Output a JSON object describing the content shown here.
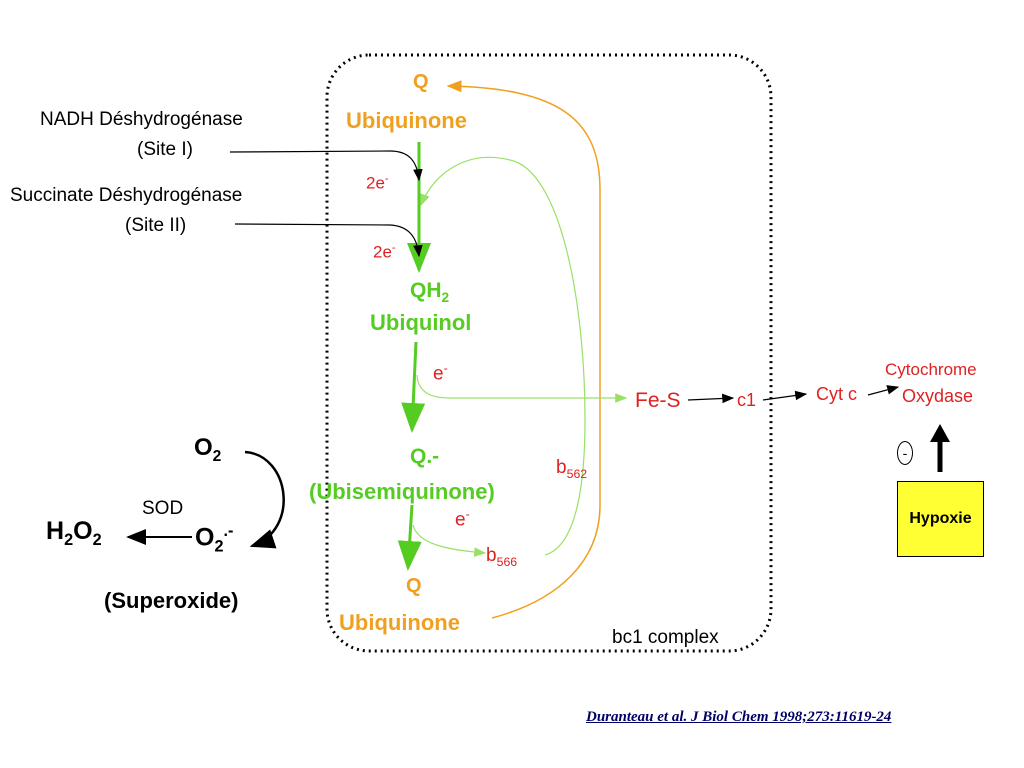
{
  "labels": {
    "q_top": "Q",
    "ubiquinone_top": "Ubiquinone",
    "nadh_line1": "NADH Déshydrogénase",
    "nadh_line2": "(Site I)",
    "succ_line1": "Succinate Déshydrogénase",
    "succ_line2": "(Site II)",
    "two_e_1": "2e",
    "two_e_2": "2e",
    "qh": "QH",
    "qh_sub": "2",
    "ubiquinol": "Ubiquinol",
    "e_1": "e",
    "fes": "Fe-S",
    "c1": "c1",
    "cytc": "Cyt c",
    "cyto_line1": "Cytochrome",
    "cyto_line2": "Oxydase",
    "minus_sign": "-",
    "hypoxie": "Hypoxie",
    "o2": "O",
    "o2_sub": "2",
    "q_radical": "Q.-",
    "ubisemiquinone": "(Ubisemiquinone)",
    "b562": "b",
    "b562_sub": "562",
    "sod": "SOD",
    "h2o2_h": "H",
    "h2o2_sub1": "2",
    "h2o2_o": "O",
    "h2o2_sub2": "2",
    "o2minus": "O",
    "o2minus_sub": "2",
    "o2minus_sup": ".-",
    "e_2": "e",
    "b566": "b",
    "b566_sub": "566",
    "q_bottom": "Q",
    "ubiquinone_bottom": "Ubiquinone",
    "superoxide": "(Superoxide)",
    "bc1": "bc1 complex",
    "citation": "Duranteau et al. J Biol Chem 1998;273:11619-24"
  },
  "colors": {
    "orange": "#f0a020",
    "green": "#55cc22",
    "light_green": "#99e066",
    "red": "#dd2222",
    "hypoxie_fill": "#ffff33"
  }
}
